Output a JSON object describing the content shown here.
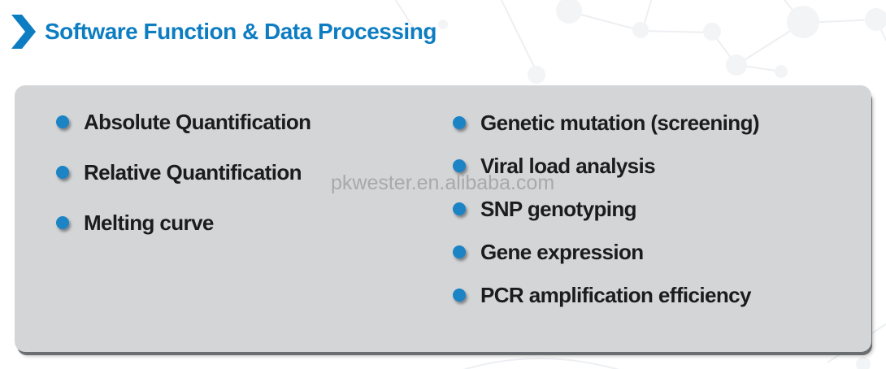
{
  "header": {
    "title": "Software Function & Data Processing"
  },
  "panel": {
    "left_items": [
      "Absolute Quantification",
      "Relative Quantification",
      "Melting curve"
    ],
    "right_items": [
      "Genetic mutation (screening)",
      "Viral load analysis",
      "SNP genotyping",
      "Gene expression",
      "PCR amplification efficiency"
    ]
  },
  "watermark": {
    "text": "pkwester.en.alibaba.com"
  },
  "icons": {
    "chevron": "chevron-right-icon",
    "bullet": "bullet-dot-icon"
  },
  "colors": {
    "title_blue": "#0d7dc2",
    "bullet_blue": "#1c83c5",
    "panel_bg": "#d3d5d7",
    "panel_edge_shadow": "#6b6e71",
    "item_text": "#1b1c1e",
    "watermark_gray": "#a7aaad",
    "background": "#ffffff",
    "decoration_gray": "#f3f4f6"
  }
}
